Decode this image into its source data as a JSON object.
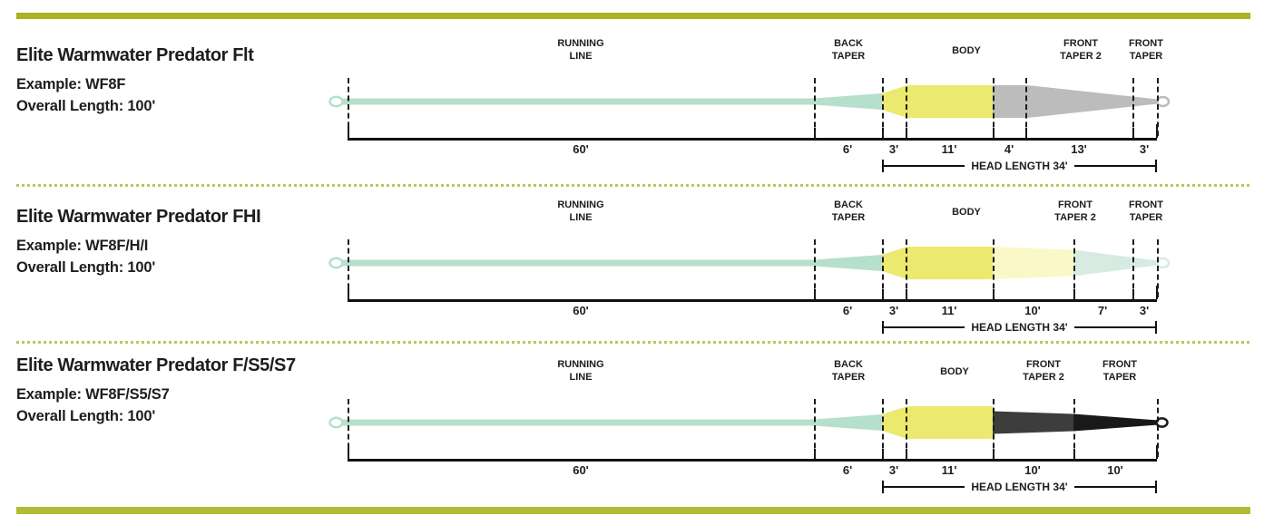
{
  "colors": {
    "top_bar": "#a8b31e",
    "bottom_bar": "#b2bb32",
    "separator_dots": "#bcc65a",
    "text": "#1d1d1b",
    "mint": "#b6dfcc",
    "body_yellow": "#ebe96e",
    "gray": "#bcbcbc",
    "pale_yellow": "#fbf8c8",
    "pale_mint": "#d8ebe2",
    "dark_gray": "#3d3d3d",
    "black_tip": "#191919"
  },
  "rows": [
    {
      "title": "Elite Warmwater Predator Flt",
      "example": "Example: WF8F",
      "overall_length": "Overall Length: 100'",
      "section_labels": {
        "running_line": "RUNNING LINE",
        "back_taper": "BACK TAPER",
        "body": "BODY",
        "front_taper_2": "FRONT TAPER 2",
        "front_taper": "FRONT TAPER"
      },
      "measurements": [
        "60'",
        "6'",
        "3'",
        "11'",
        "4'",
        "13'",
        "3'"
      ],
      "head_length": "HEAD LENGTH 34'"
    },
    {
      "title": "Elite Warmwater Predator FHI",
      "example": "Example: WF8F/H/I",
      "overall_length": "Overall Length: 100'",
      "section_labels": {
        "running_line": "RUNNING LINE",
        "back_taper": "BACK TAPER",
        "body": "BODY",
        "front_taper_2": "FRONT TAPER 2",
        "front_taper": "FRONT TAPER"
      },
      "measurements": [
        "60'",
        "6'",
        "3'",
        "11'",
        "10'",
        "7'",
        "3'"
      ],
      "head_length": "HEAD LENGTH 34'"
    },
    {
      "title": "Elite Warmwater Predator F/S5/S7",
      "example": "Example: WF8F/S5/S7",
      "overall_length": "Overall Length: 100'",
      "section_labels": {
        "running_line": "RUNNING LINE",
        "back_taper": "BACK TAPER",
        "body": "BODY",
        "front_taper_2": "FRONT TAPER 2",
        "front_taper": "FRONT TAPER"
      },
      "measurements": [
        "60'",
        "6'",
        "3'",
        "11'",
        "10'",
        "10'"
      ],
      "head_length": "HEAD LENGTH 34'"
    }
  ]
}
